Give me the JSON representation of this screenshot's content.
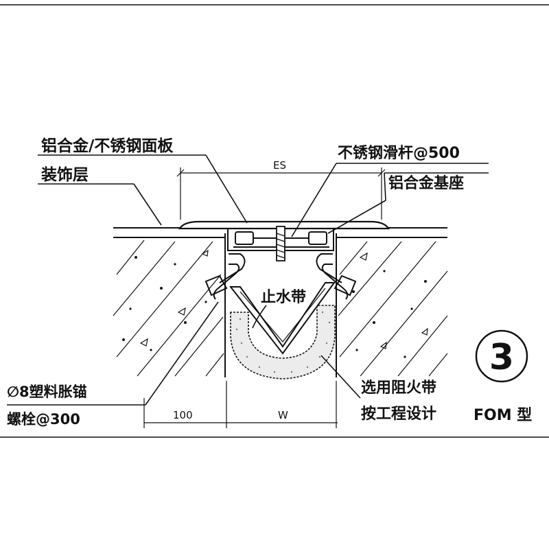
{
  "labels": {
    "panel": "铝合金/不锈钢面板",
    "decor": "装饰层",
    "slide_bar": "不锈钢滑杆@500",
    "base": "铝合金基座",
    "waterstop": "止水带",
    "anchor_line1": "∅8塑料胀锚",
    "anchor_line2": "螺栓@300",
    "fire_line1": "选用阻火带",
    "fire_line2": "按工程设计",
    "type": "FOM 型",
    "detail_number": "3"
  },
  "dimensions": {
    "es": "ES",
    "left_width": "100",
    "gap_width": "W"
  }
}
